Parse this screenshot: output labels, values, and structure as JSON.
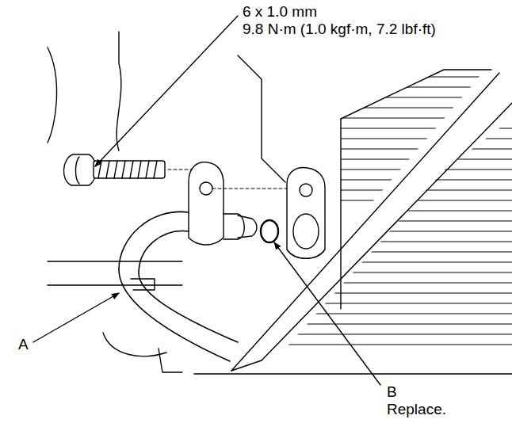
{
  "diagram": {
    "labels": [
      "6 x 1.0 mm",
      "9.8 N·m (1.0 kgf·m, 7.2 lbf·ft)",
      "A",
      "B",
      "Replace."
    ]
  }
}
